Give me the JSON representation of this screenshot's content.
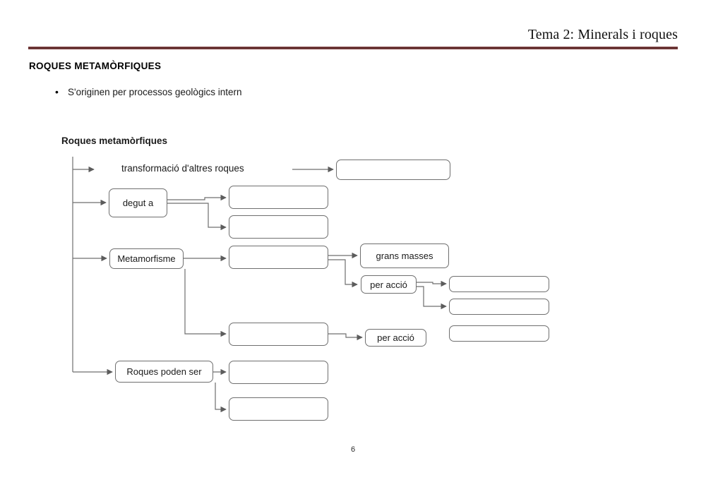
{
  "header": {
    "title": "Tema 2: Minerals i roques",
    "rule_color": "#5e2b2b"
  },
  "section": {
    "heading": "ROQUES METAMÒRFIQUES",
    "bullet_marker": "•",
    "bullet_text": "S'originen per processos geològics intern"
  },
  "diagram": {
    "title": "Roques metamòrfiques",
    "free_labels": [
      {
        "text": "transformació d'altres roques"
      }
    ],
    "nodes": [
      {
        "id": "n-top-right",
        "text": ""
      },
      {
        "id": "n-degut-a",
        "text": "degut a"
      },
      {
        "id": "n-degut-a-1",
        "text": ""
      },
      {
        "id": "n-degut-a-2",
        "text": ""
      },
      {
        "id": "n-metamorfisme",
        "text": "Metamorfisme"
      },
      {
        "id": "n-meta-1",
        "text": ""
      },
      {
        "id": "n-grans-masses",
        "text": "grans masses"
      },
      {
        "id": "n-per-accio-1",
        "text": "per acció"
      },
      {
        "id": "n-per-accio-1-a",
        "text": ""
      },
      {
        "id": "n-per-accio-1-b",
        "text": ""
      },
      {
        "id": "n-meta-2",
        "text": ""
      },
      {
        "id": "n-per-accio-2",
        "text": "per acció"
      },
      {
        "id": "n-detached",
        "text": ""
      },
      {
        "id": "n-roques-poden-ser",
        "text": "Roques poden ser"
      },
      {
        "id": "n-roques-1",
        "text": ""
      },
      {
        "id": "n-roques-2",
        "text": ""
      }
    ],
    "line_color": "#6f6f6f"
  },
  "footer": {
    "page_number": "6"
  }
}
